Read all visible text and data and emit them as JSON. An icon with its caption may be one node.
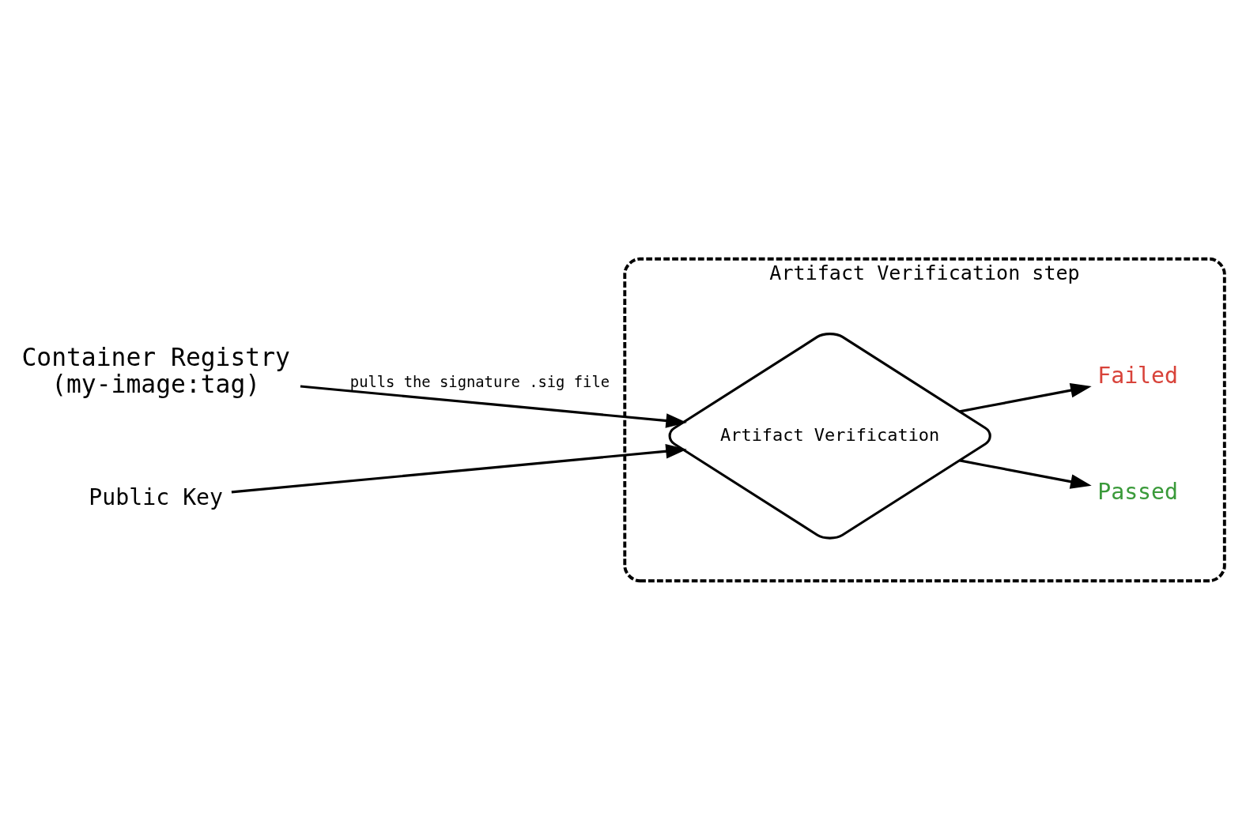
{
  "diagram": {
    "nodes": [
      {
        "text": [
          "Artifact Verification step"
        ]
      },
      {
        "text": [
          "Container Registry",
          "(my-image:tag)"
        ]
      },
      {
        "text": [
          "Artifact Verification"
        ],
        "in": 0
      },
      {
        "text": [
          "Passed"
        ],
        "in": 0
      },
      {
        "text": [
          "Failed"
        ],
        "in": 0
      },
      {
        "text": [
          "Public Key"
        ]
      }
    ],
    "edges": [
      {
        "from": 1,
        "to": 2,
        "arrow": "to",
        "label": "pulls the signature .sig file"
      },
      {
        "from": 2,
        "to": 3,
        "arrow": "to"
      },
      {
        "from": 2,
        "to": 4,
        "arrow": "to"
      },
      {
        "from": 5,
        "to": 2,
        "arrow": "to"
      }
    ]
  }
}
